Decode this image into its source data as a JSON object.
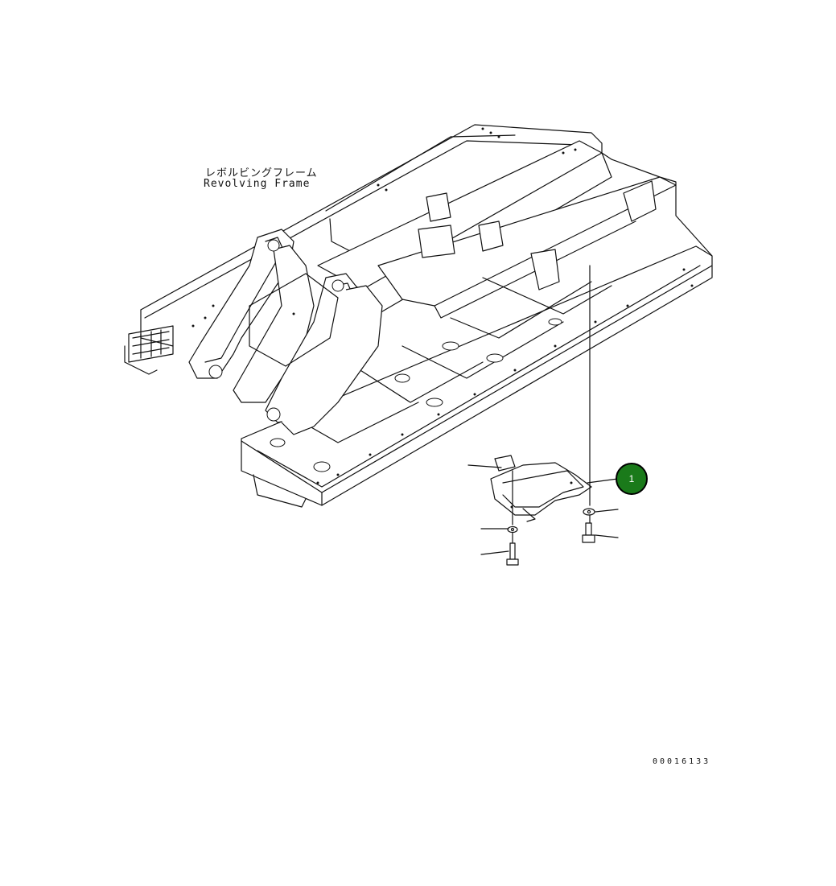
{
  "title": {
    "japanese": "レボルビングフレーム",
    "english": "Revolving Frame"
  },
  "callouts": [
    {
      "label": "1",
      "color": "#1a7a1a"
    }
  ],
  "drawing_number": "00016133"
}
